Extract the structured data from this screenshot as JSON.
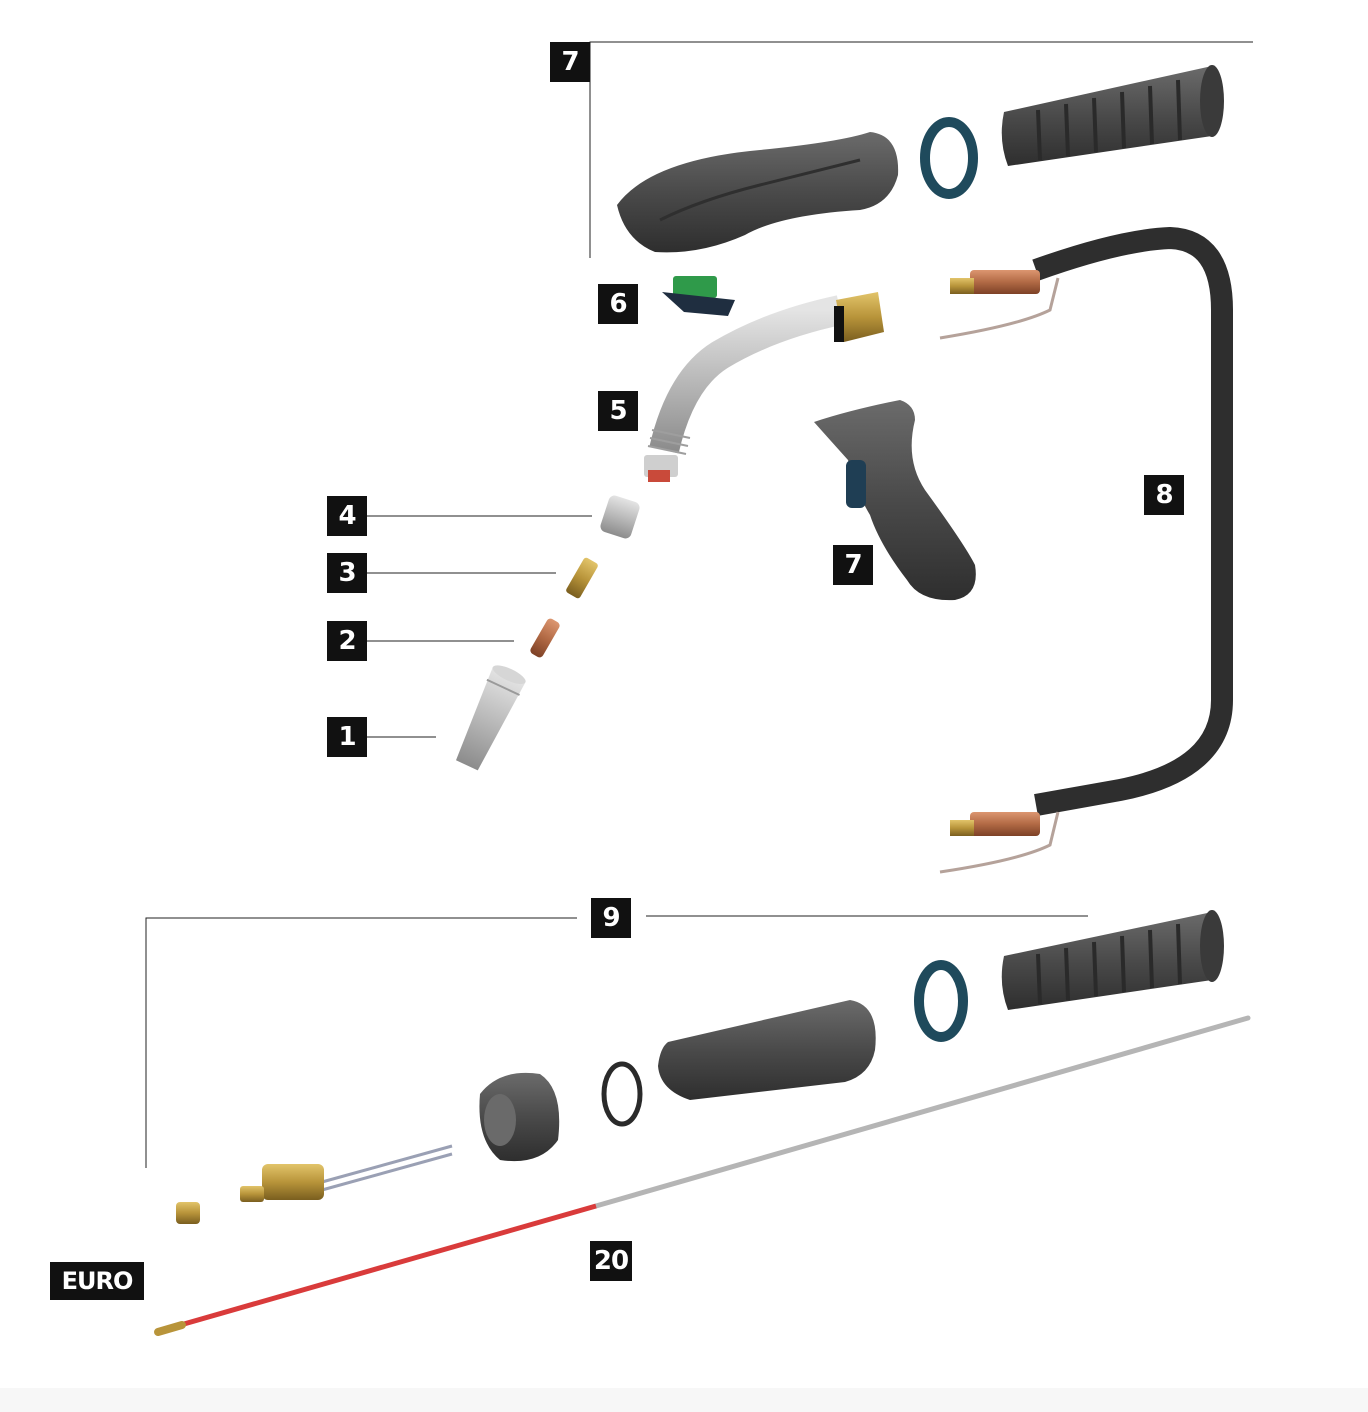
{
  "labels": {
    "top_handle_group": "7",
    "switch": "6",
    "swan_neck": "5",
    "gas_diffuser": "4",
    "tip_holder": "3",
    "contact_tip": "2",
    "nozzle": "1",
    "pistol_grip": "7",
    "cable": "8",
    "euro_group": "9",
    "liner": "20",
    "euro": "EURO"
  },
  "colors": {
    "rubber": "#4b4b4b",
    "rubber_dark": "#2f2f2f",
    "brass": "#b8943a",
    "copper": "#b26a45",
    "steel": "#b5b5b5",
    "ring_blue": "#1f4a5c",
    "liner_red": "#d93b3b",
    "label_bg": "#111111"
  }
}
